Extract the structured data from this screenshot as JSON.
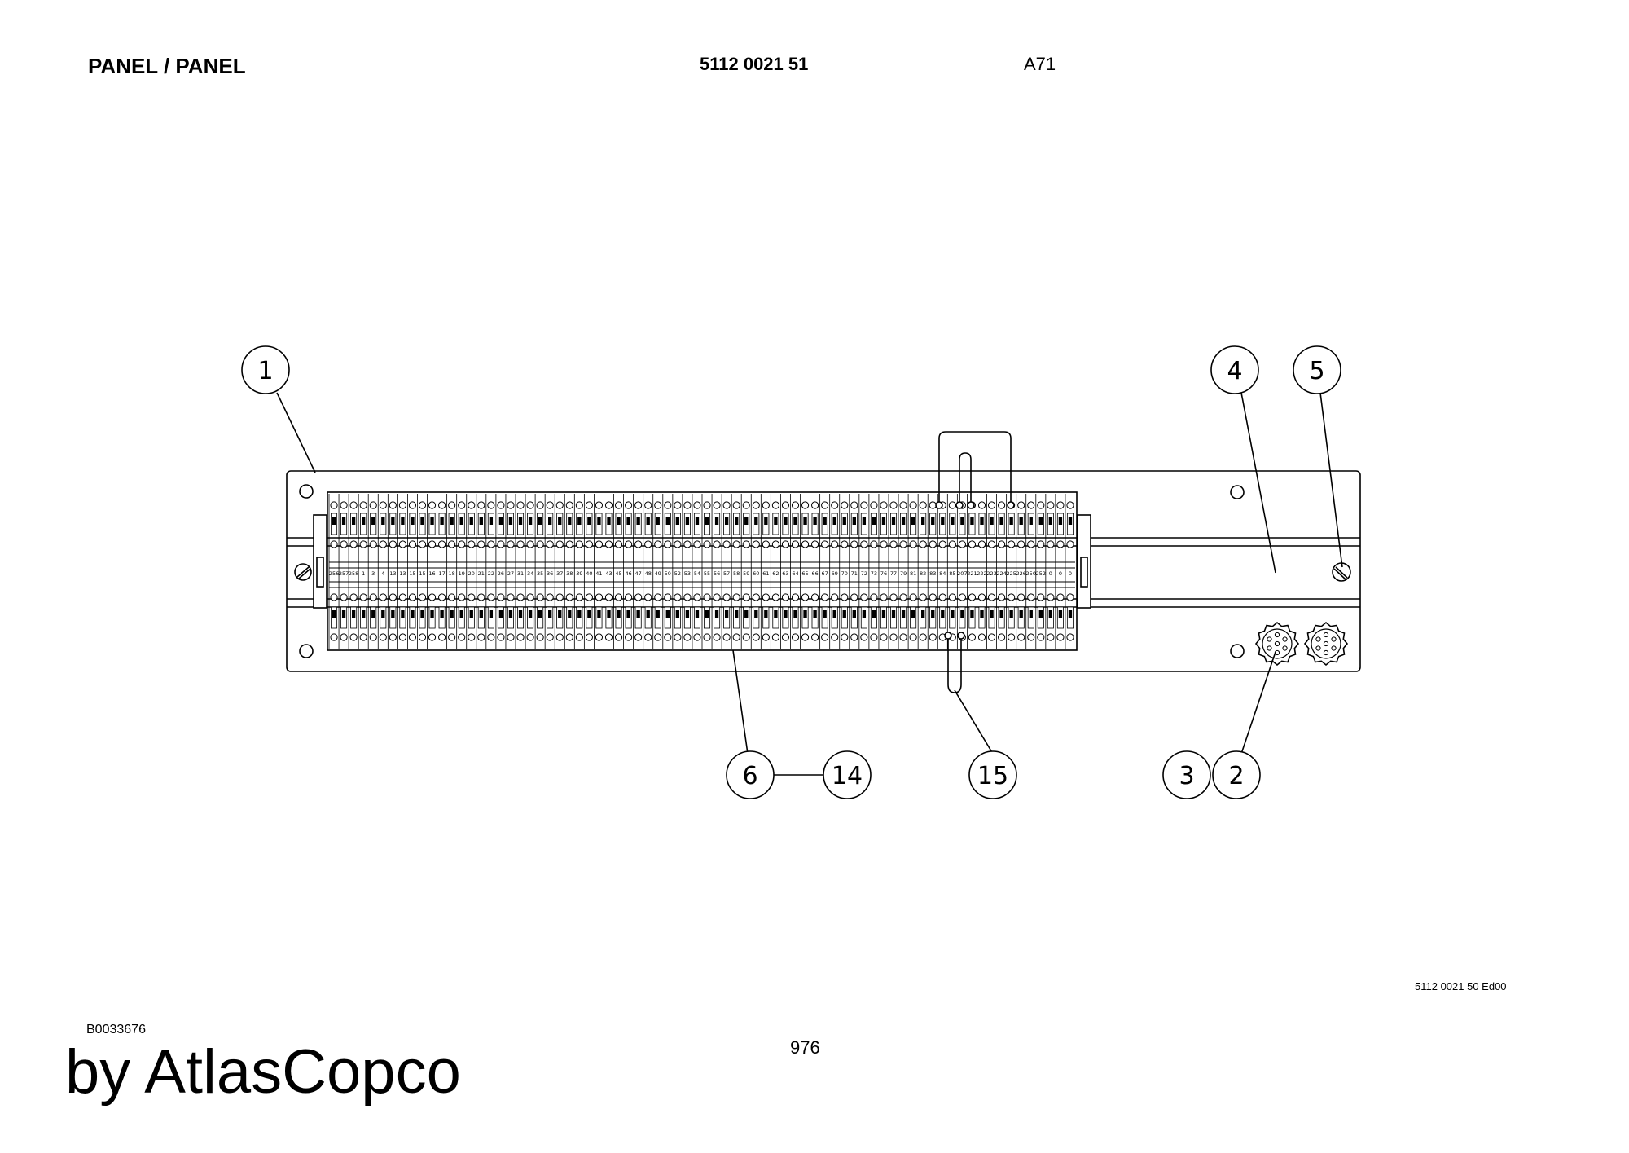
{
  "header": {
    "title": "PANEL / PANEL",
    "part_number": "5112 0021 51",
    "code": "A71"
  },
  "footer": {
    "edition": "5112 0021 50 Ed00",
    "figure_id": "B0033676",
    "page_number": "976",
    "brand": "by AtlasCopco"
  },
  "callouts": [
    {
      "id": "c1",
      "label": "1"
    },
    {
      "id": "c4",
      "label": "4"
    },
    {
      "id": "c5",
      "label": "5"
    },
    {
      "id": "c6",
      "label": "6"
    },
    {
      "id": "c14",
      "label": "14"
    },
    {
      "id": "c15",
      "label": "15"
    },
    {
      "id": "c3",
      "label": "3"
    },
    {
      "id": "c2",
      "label": "2"
    }
  ],
  "terminal_labels": [
    "256",
    "257",
    "258",
    "1",
    "3",
    "4",
    "13",
    "13",
    "15",
    "15",
    "16",
    "17",
    "18",
    "19",
    "20",
    "21",
    "22",
    "26",
    "27",
    "31",
    "34",
    "35",
    "36",
    "37",
    "38",
    "39",
    "40",
    "41",
    "43",
    "45",
    "46",
    "47",
    "48",
    "49",
    "50",
    "52",
    "53",
    "54",
    "55",
    "56",
    "57",
    "58",
    "59",
    "60",
    "61",
    "62",
    "63",
    "64",
    "65",
    "66",
    "67",
    "69",
    "70",
    "71",
    "72",
    "73",
    "76",
    "77",
    "79",
    "81",
    "82",
    "83",
    "84",
    "85",
    "207",
    "221",
    "222",
    "223",
    "224",
    "225",
    "226",
    "250",
    "252",
    "0",
    "0",
    "0"
  ]
}
